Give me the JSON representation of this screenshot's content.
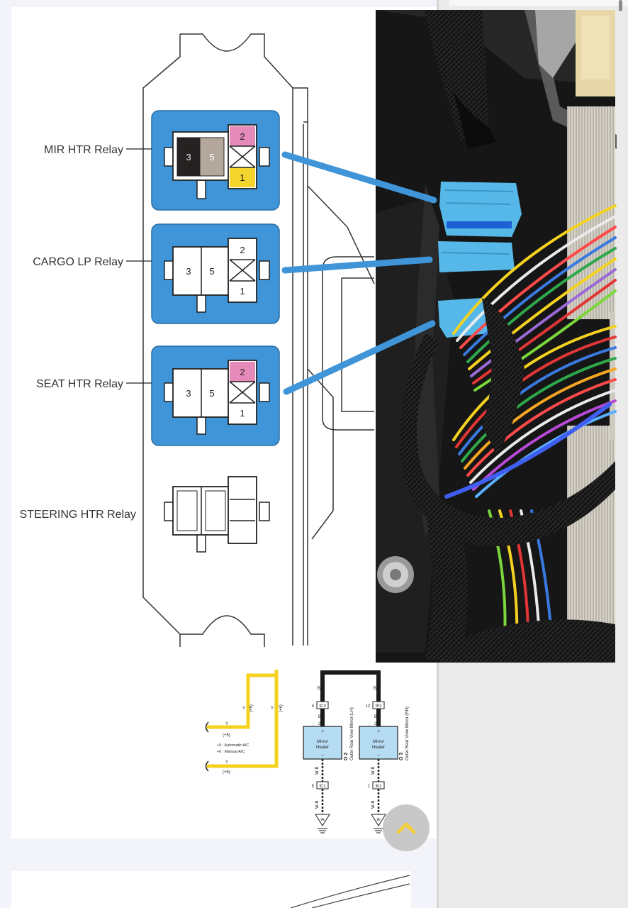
{
  "relays": [
    {
      "label": "MIR HTR Relay",
      "pins": {
        "left_a": "3",
        "left_b": "5",
        "top": "2",
        "bottom": "1"
      }
    },
    {
      "label": "CARGO LP Relay",
      "pins": {
        "left_a": "3",
        "left_b": "5",
        "top": "2",
        "bottom": "1"
      }
    },
    {
      "label": "SEAT HTR Relay",
      "pins": {
        "left_a": "3",
        "left_b": "5",
        "top": "2",
        "bottom": "1"
      }
    },
    {
      "label": "STEERING HTR Relay"
    }
  ],
  "wiring": {
    "yellow_wire_code": "Y",
    "yellow_notes": {
      "left_a": "(+5)",
      "left_b": "(+6)"
    },
    "vertical_notes": {
      "left": "(+5)",
      "right": "(+6)"
    },
    "legend": [
      "+5 : Automatic A/C",
      "+6 : Manual A/C"
    ],
    "wire_b": "B",
    "wire_wb": "W-B",
    "mirror_lh": {
      "heater_label_1": "Mirror",
      "heater_label_2": "Heater",
      "plus": "+",
      "minus": "−",
      "top_pin": "4",
      "top_conn": "IC3",
      "mid_pin": "2",
      "low_pin": "5",
      "low_conn": "IC1",
      "ground": "IA",
      "id": "O 2",
      "name": "Outer Rear View Mirror (LH)"
    },
    "mirror_rh": {
      "heater_label_1": "Mirror",
      "heater_label_2": "Heater",
      "plus": "+",
      "minus": "−",
      "top_pin": "12",
      "top_conn": "IF2",
      "mid_pin": "2",
      "low_pin": "1",
      "low_conn": "IK1",
      "ground": "IE",
      "id": "O 3",
      "name": "Outer Rear View Mirror (RH)"
    }
  },
  "colors": {
    "relay_blue": "#3f95d8",
    "connector_blue": "#56b8e8",
    "pink_terminal": "#e58ab9",
    "yellow_terminal": "#f5d42e",
    "black_terminal": "#262222",
    "tan_terminal": "#b4a79b",
    "yellow_wire": "#f5d21f"
  }
}
